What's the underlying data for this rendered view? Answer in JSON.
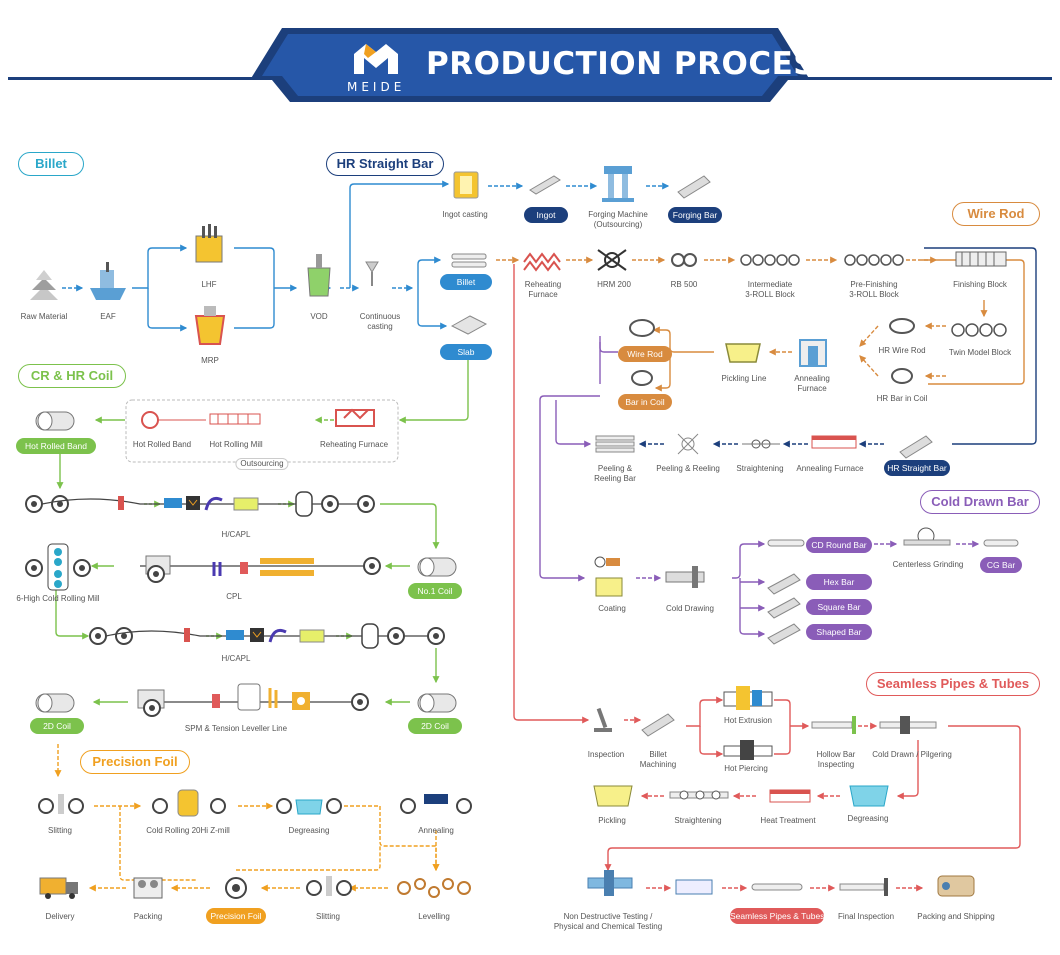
{
  "header": {
    "title": "PRODUCTION PROCESS",
    "brand": "MEIDE"
  },
  "colors": {
    "navy": "#1c3f7c",
    "blue": "#2f8bd0",
    "green": "#7cc24c",
    "orange": "#f0a020",
    "purple": "#8a5db8",
    "red": "#e05a5a",
    "copper": "#d88b3f",
    "teal": "#2aa7c9"
  },
  "sections": {
    "billet": "Billet",
    "hr_straight_bar": "HR Straight Bar",
    "wire_rod": "Wire Rod",
    "cr_hr_coil": "CR & HR Coil",
    "cold_drawn_bar": "Cold Drawn Bar",
    "precision_foil": "Precision Foil",
    "seamless_pipes": "Seamless Pipes & Tubes"
  },
  "billet_flow": {
    "raw_material": "Raw Material",
    "eaf": "EAF",
    "lhf": "LHF",
    "mrp": "MRP",
    "vod": "VOD",
    "continuous_casting": "Continuous\ncasting",
    "billet_tag": "Billet",
    "slab_tag": "Slab"
  },
  "hr_bar_flow": {
    "ingot_casting": "Ingot casting",
    "ingot_tag": "Ingot",
    "forging_machine": "Forging Machine\n(Outsourcing)",
    "forging_bar_tag": "Forging Bar"
  },
  "wire_rod_flow": {
    "reheating_furnace": "Reheating\nFurnace",
    "hrm200": "HRM 200",
    "rb500": "RB 500",
    "intermediate": "Intermediate\n3-ROLL Block",
    "pre_finishing": "Pre-Finishing\n3-ROLL Block",
    "finishing_block": "Finishing Block",
    "twin_model_block": "Twin Model Block",
    "hr_wire_rod": "HR Wire Rod",
    "hr_bar_in_coil": "HR Bar in Coil",
    "annealing_furnace": "Annealing\nFurnace",
    "pickling_line": "Pickling Line",
    "wire_rod_tag": "Wire Rod",
    "bar_in_coil_tag": "Bar in Coil"
  },
  "straight_bar_flow": {
    "hr_straight_bar_tag": "HR Straight Bar",
    "annealing_furnace": "Annealing Furnace",
    "straightening": "Straightening",
    "peeling_reeling": "Peeling & Reeling",
    "peeling_reeling_bar": "Peeling &\nReeling Bar"
  },
  "cold_drawn_flow": {
    "coating": "Coating",
    "cold_drawing": "Cold Drawing",
    "cd_round_bar_tag": "CD Round Bar",
    "centerless_grinding": "Centerless Grinding",
    "cg_bar_tag": "CG Bar",
    "hex_bar_tag": "Hex Bar",
    "square_bar_tag": "Square Bar",
    "shaped_bar_tag": "Shaped Bar"
  },
  "coil_flow": {
    "reheating_furnace": "Reheating Furnace",
    "hot_rolling_mill": "Hot Rolling Mill",
    "hot_rolled_band_label": "Hot Rolled Band",
    "outsourcing": "Outsourcing",
    "hot_rolled_band_tag": "Hot Rolled Band",
    "hcapl_1": "H/CAPL",
    "no1_coil_tag": "No.1 Coil",
    "cpl": "CPL",
    "six_high": "6-High Cold Rolling Mill",
    "hcapl_2": "H/CAPL",
    "spm": "SPM & Tension Leveller Line",
    "twod_coil_tag_right": "2D Coil",
    "twod_coil_tag_left": "2D Coil"
  },
  "foil_flow": {
    "slitting_top": "Slitting",
    "cold_rolling": "Cold Rolling 20Hi Z-mill",
    "degreasing": "Degreasing",
    "annealing": "Annealing",
    "levelling": "Levelling",
    "slitting_bottom": "Slitting",
    "precision_foil_tag": "Precision Foil",
    "packing": "Packing",
    "delivery": "Delivery"
  },
  "pipe_flow": {
    "inspection": "Inspection",
    "billet_machining": "Billet\nMachining",
    "hot_extrusion": "Hot Extrusion",
    "hot_piercing": "Hot Piercing",
    "hollow_bar": "Hollow Bar\nInspecting",
    "cold_drawn_pilgering": "Cold Drawn / Pilgering",
    "degreasing": "Degreasing",
    "heat_treatment": "Heat Treatment",
    "straightening": "Straightening",
    "pickling": "Pickling",
    "ndt": "Non Destructive Testing /\nPhysical and Chemical Testing",
    "seamless_tag": "Seamless Pipes & Tubes",
    "final_inspection": "Final Inspection",
    "packing_shipping": "Packing and Shipping"
  }
}
